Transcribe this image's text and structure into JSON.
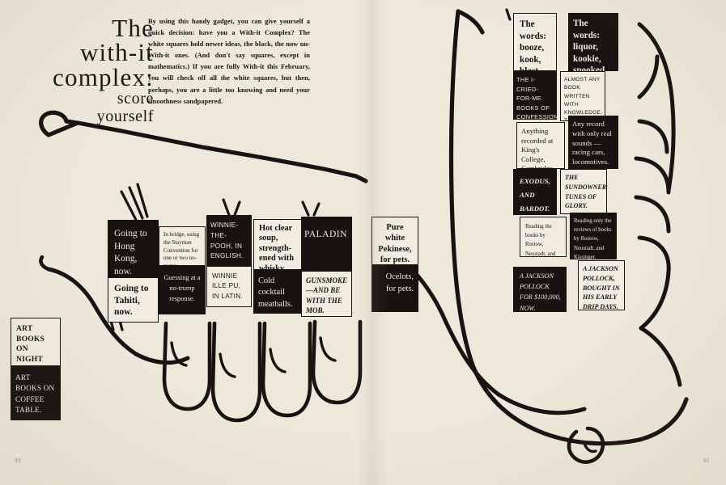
{
  "page": {
    "title_lines": [
      "The",
      "with-it",
      "complex:",
      "score",
      "yourself"
    ],
    "deck": "By using this handy gadget, you can give yourself a quick decision: have you a With-it Complex? The white squares hold newer ideas, the black, the now un-With-it ones. (And don't say squares, except in mathematics.) If you are fully With-it this February, you will check off all the white squares, but then, perhaps, you are a little too knowing and need your smoothness sandpapered.",
    "folio_left": "80",
    "folio_right": "81",
    "paper_color": "#eee8da",
    "ink_color": "#161310"
  },
  "left_page": {
    "cards": [
      {
        "id": "art-books-night",
        "style": "white",
        "font": "ser-bold-caps",
        "text": "ART BOOKS ON NIGHT TABLE."
      },
      {
        "id": "art-books-coffee",
        "style": "black",
        "font": "ser-caps",
        "text": "ART BOOKS ON COFFEE TABLE."
      },
      {
        "id": "hong-kong",
        "style": "black",
        "font": "ser",
        "text": "Going to Hong Kong, now."
      },
      {
        "id": "tahiti",
        "style": "white",
        "font": "ser-bold",
        "text": "Going to Tahiti, now."
      },
      {
        "id": "stayman",
        "style": "white",
        "font": "ser-small",
        "text": "In bridge, using the Stayman Convention for one or two no-trump."
      },
      {
        "id": "guessing",
        "style": "black",
        "font": "ser-small",
        "text": "Guessing at a no-trump response."
      },
      {
        "id": "winnie-english",
        "style": "black",
        "font": "sans-caps",
        "text": "WINNIE-THE-POOH, IN ENGLISH."
      },
      {
        "id": "winnie-latin",
        "style": "white",
        "font": "sans-caps",
        "text": "WINNIE ILLE PU, IN LATIN."
      },
      {
        "id": "hot-soup",
        "style": "white",
        "font": "ser-bold",
        "text": "Hot clear soup, strength-ened with whisky."
      },
      {
        "id": "cold-meatballs",
        "style": "black",
        "font": "ser",
        "text": "Cold cocktail meatballs."
      },
      {
        "id": "paladin",
        "style": "black",
        "font": "ser-caps-lg",
        "text": "PALADIN"
      },
      {
        "id": "gunsmoke",
        "style": "white",
        "font": "ser-bold-caps",
        "text": "GUNSMOKE —AND BE WITH THE MOB."
      },
      {
        "id": "pekinese",
        "style": "white",
        "font": "ser-bold",
        "text": "Pure white Pekinese, for pets."
      },
      {
        "id": "ocelots",
        "style": "black",
        "font": "ser",
        "text": "Ocelots, for pets."
      }
    ]
  },
  "right_page": {
    "cards": [
      {
        "id": "words-booze",
        "style": "white",
        "font": "ser-bold",
        "text": "The words: booze, kook, blast."
      },
      {
        "id": "words-liquor",
        "style": "black",
        "font": "ser-bold",
        "text": "The words: liquor, kookie, spooked."
      },
      {
        "id": "cried-for-me",
        "style": "black",
        "font": "sans-caps",
        "text": "THE I-CRIED-FOR-ME BOOKS OF CONFESSIONS AS TOLD TO."
      },
      {
        "id": "almost-any-book",
        "style": "white",
        "font": "sans-caps-sm",
        "text": "ALMOST ANY BOOK WRITTEN WITH KNOWLEDGE, TASTE, AND GRAMMAR."
      },
      {
        "id": "kings-college",
        "style": "white",
        "font": "ser",
        "text": "Anything recorded at King's College, Cambridge."
      },
      {
        "id": "any-record",
        "style": "black",
        "font": "ser",
        "text": "Any record with only real sounds — racing cars, locomotives."
      },
      {
        "id": "exodus-bardot",
        "style": "black",
        "font": "ser-bold-ital-caps",
        "text": "EXODUS, AND BARDOT."
      },
      {
        "id": "sundowners",
        "style": "white",
        "font": "ser-bold-ital-caps",
        "text": "THE SUNDOWNERS, TUNES OF GLORY."
      },
      {
        "id": "reading-books",
        "style": "white",
        "font": "ser-small",
        "text": "Reading the books by Rostow, Neustadt, and Kissinger."
      },
      {
        "id": "reading-reviews",
        "style": "black",
        "font": "ser-small",
        "text": "Reading only the reviews of books by Rostow, Neustadt, and Kissinger."
      },
      {
        "id": "pollock-100000",
        "style": "black",
        "font": "ser-ital-caps",
        "text": "A JACKSON POLLOCK FOR $100,000, NOW."
      },
      {
        "id": "pollock-drip",
        "style": "white",
        "font": "ser-bold-ital-caps",
        "text": "A JACKSON POLLOCK, BOUGHT IN HIS EARLY DRIP DAYS."
      }
    ]
  }
}
